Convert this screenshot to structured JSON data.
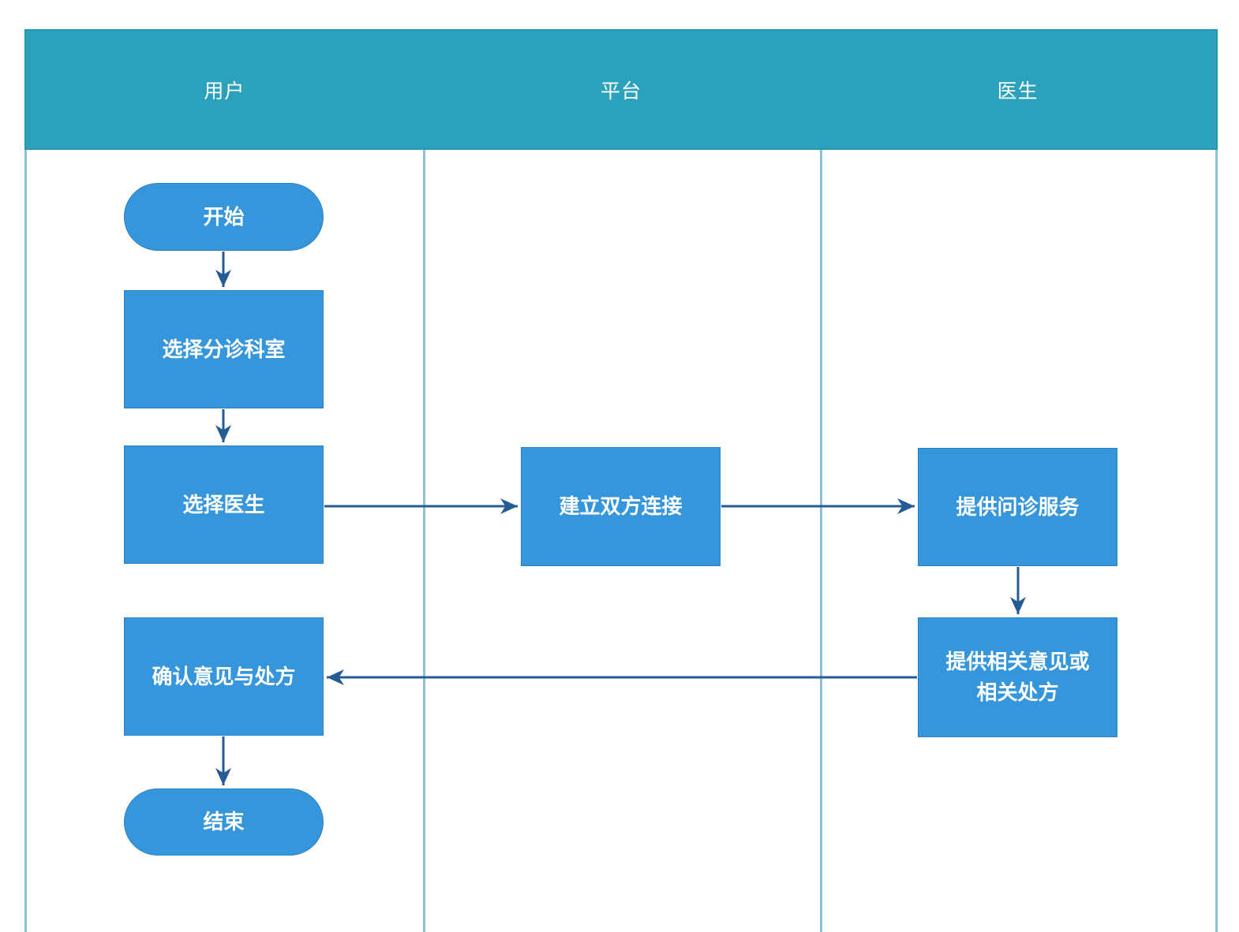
{
  "colors": {
    "header_bg": "#2ba1bb",
    "header_border": "#2596af",
    "node_fill": "#3596dc",
    "node_border": "#2c80c5",
    "node_text": "#ffffff",
    "arrow": "#255c94",
    "lane_divider": "#8cc0d9",
    "background": "#ffffff"
  },
  "lanes": {
    "user": {
      "label": "用户"
    },
    "platform": {
      "label": "平台"
    },
    "doctor": {
      "label": "医生"
    }
  },
  "nodes": {
    "start": {
      "label": "开始",
      "shape": "terminator",
      "lane": "用户"
    },
    "select_department": {
      "label": "选择分诊科室",
      "shape": "process",
      "lane": "用户"
    },
    "select_doctor": {
      "label": "选择医生",
      "shape": "process",
      "lane": "用户"
    },
    "establish_connection": {
      "label": "建立双方连接",
      "shape": "process",
      "lane": "平台"
    },
    "provide_consultation": {
      "label": "提供问诊服务",
      "shape": "process",
      "lane": "医生"
    },
    "provide_opinion": {
      "label": "提供相关意见或\n相关处方",
      "shape": "process",
      "lane": "医生"
    },
    "confirm_opinion": {
      "label": "确认意见与处方",
      "shape": "process",
      "lane": "用户"
    },
    "end": {
      "label": "结束",
      "shape": "terminator",
      "lane": "用户"
    }
  },
  "edges": [
    {
      "from": "start",
      "to": "select_department"
    },
    {
      "from": "select_department",
      "to": "select_doctor"
    },
    {
      "from": "select_doctor",
      "to": "establish_connection"
    },
    {
      "from": "establish_connection",
      "to": "provide_consultation"
    },
    {
      "from": "provide_consultation",
      "to": "provide_opinion"
    },
    {
      "from": "provide_opinion",
      "to": "confirm_opinion"
    },
    {
      "from": "confirm_opinion",
      "to": "end"
    }
  ]
}
